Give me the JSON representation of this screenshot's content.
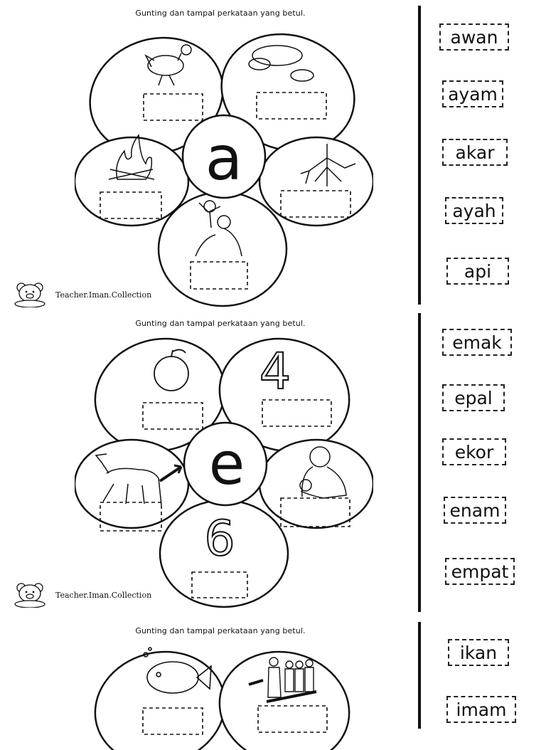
{
  "sections": [
    {
      "instruction": "Gunting dan tampal perkataan yang betul.",
      "letter": "a",
      "brand": "Teacher.Iman.Collection",
      "petals": [
        {
          "icon": "chicken-icon"
        },
        {
          "icon": "cloud-icon"
        },
        {
          "icon": "fire-icon"
        },
        {
          "icon": "root-icon"
        },
        {
          "icon": "father-child-icon"
        }
      ],
      "words": [
        "awan",
        "ayam",
        "akar",
        "ayah",
        "api"
      ]
    },
    {
      "instruction": "Gunting dan tampal perkataan yang betul.",
      "letter": "e",
      "brand": "Teacher.Iman.Collection",
      "petals": [
        {
          "icon": "apple-icon"
        },
        {
          "icon": "number-four-icon",
          "text": "4"
        },
        {
          "icon": "horse-tail-icon"
        },
        {
          "icon": "mother-baby-icon"
        },
        {
          "icon": "number-six-icon",
          "text": "6"
        }
      ],
      "words": [
        "emak",
        "epal",
        "ekor",
        "enam",
        "empat"
      ]
    },
    {
      "instruction": "Gunting dan tampal perkataan yang betul.",
      "petals": [
        {
          "icon": "fish-icon"
        },
        {
          "icon": "imam-prayer-icon"
        }
      ],
      "words": [
        "ikan",
        "imam"
      ]
    }
  ]
}
